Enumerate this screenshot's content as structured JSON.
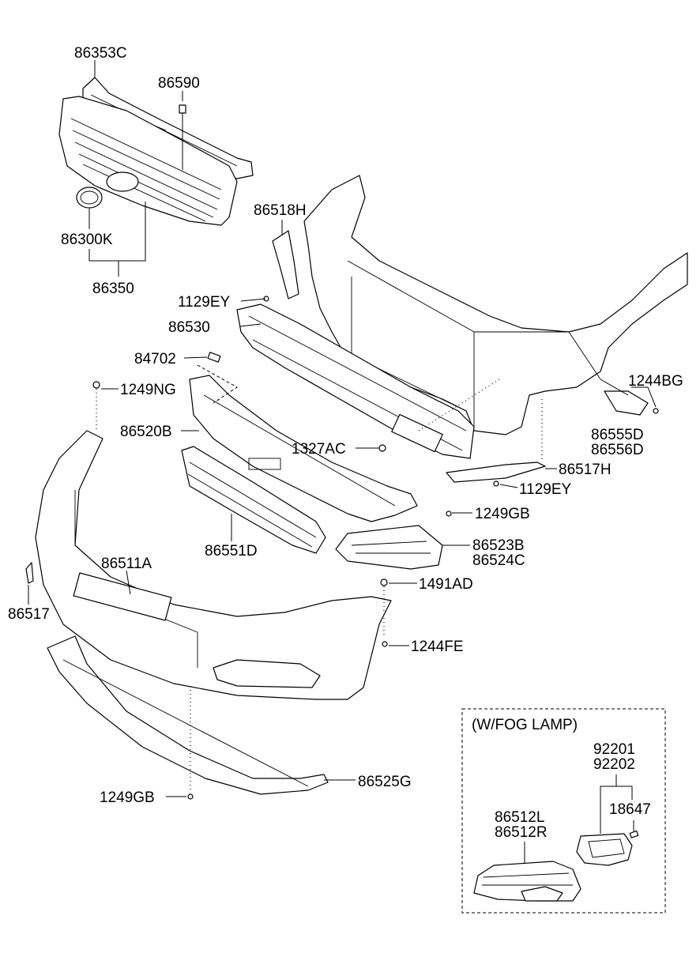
{
  "callouts": {
    "p86353C": "86353C",
    "p86590": "86590",
    "p86300K": "86300K",
    "p86350": "86350",
    "p86518H": "86518H",
    "p1129EY_top": "1129EY",
    "p86530": "86530",
    "p84702": "84702",
    "p1249NG": "1249NG",
    "p86520B": "86520B",
    "p1327AC": "1327AC",
    "p1244BG": "1244BG",
    "p86555D": "86555D",
    "p86556D": "86556D",
    "p86517H": "86517H",
    "p1129EY_bottom": "1129EY",
    "p1249GB_top": "1249GB",
    "p86551D": "86551D",
    "p86523B": "86523B",
    "p86524C": "86524C",
    "p86511A": "86511A",
    "p1491AD": "1491AD",
    "p86517": "86517",
    "p1244FE": "1244FE",
    "p1249GB_bottom": "1249GB",
    "p86525G": "86525G"
  },
  "fog_lamp_box": {
    "title": "(W/FOG LAMP)",
    "p92201": "92201",
    "p92202": "92202",
    "p18647": "18647",
    "p86512L": "86512L",
    "p86512R": "86512R"
  }
}
